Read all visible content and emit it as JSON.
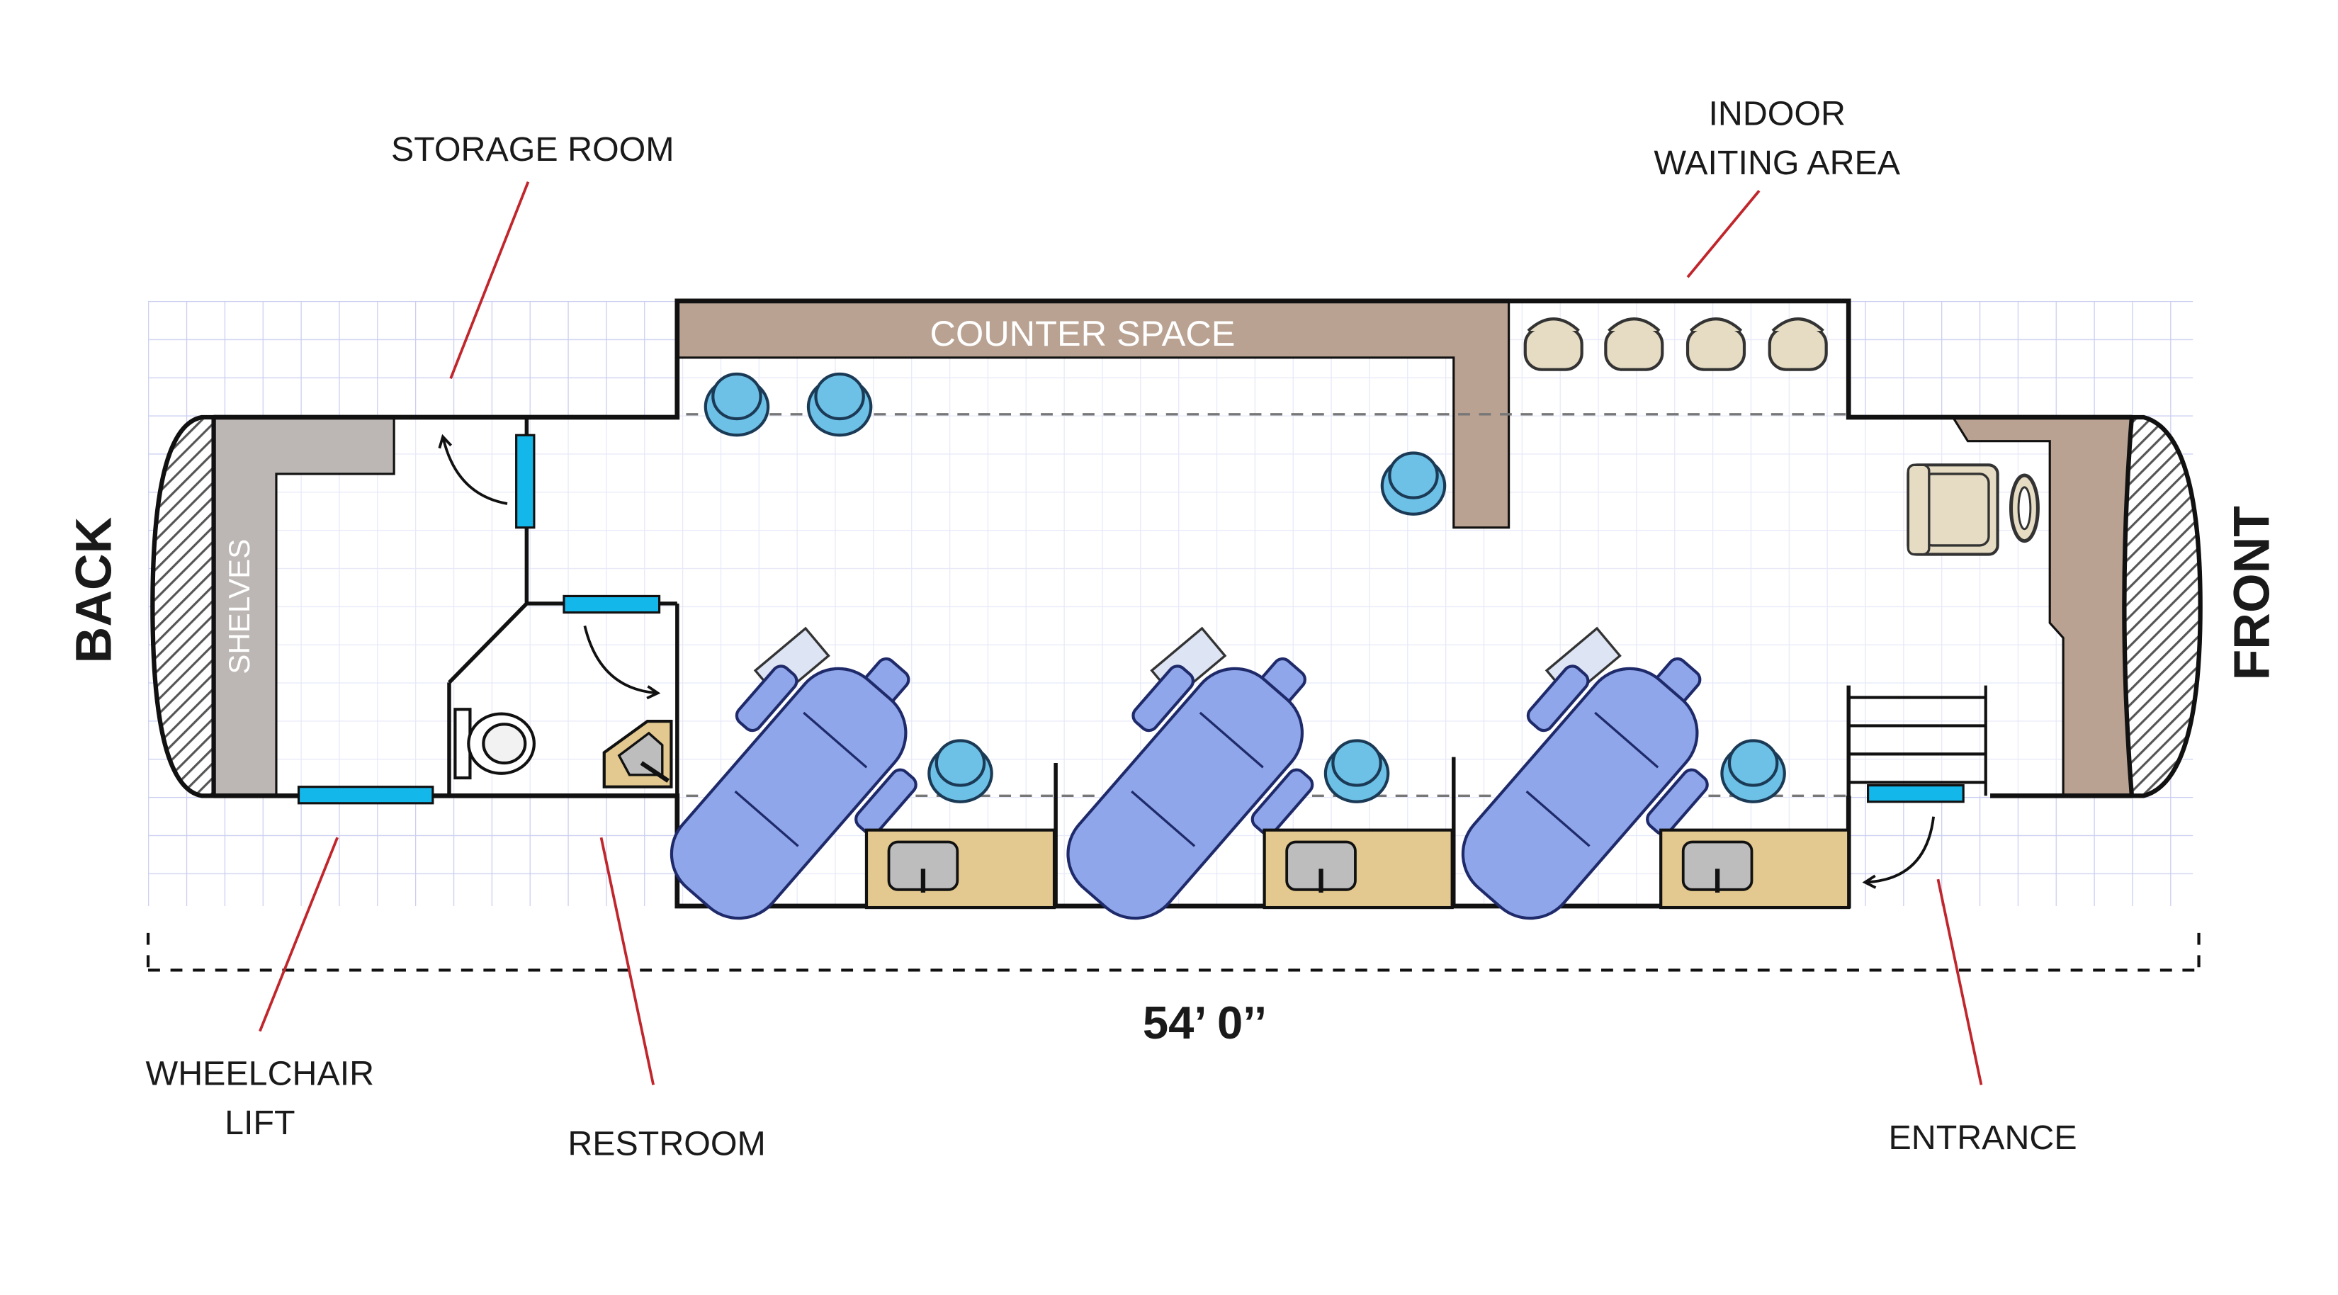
{
  "labels": {
    "storage_room": "STORAGE ROOM",
    "indoor_line1": "INDOOR",
    "indoor_line2": "WAITING AREA",
    "counter_space": "COUNTER SPACE",
    "shelves": "SHELVES",
    "back": "BACK",
    "front": "FRONT",
    "wheelchair_line1": "WHEELCHAIR",
    "wheelchair_line2": "LIFT",
    "restroom": "RESTROOM",
    "entrance": "ENTRANCE",
    "length": "54’ 0’’"
  },
  "colors": {
    "grid_line": "#c9cdf0",
    "wall": "#111111",
    "counter": "#b9a292",
    "shelves": "#bcb7b4",
    "dental_chair": "#8fa7ea",
    "stool": "#6ec1e6",
    "door": "#13b7ea",
    "cabinet": "#e3c98f",
    "waiting_chair": "#e6dcc3",
    "leader_line": "#c0262c"
  },
  "icons": {
    "dental_chair": "dental-chair-icon",
    "stool": "stool-icon",
    "sink": "sink-icon",
    "toilet": "toilet-icon",
    "waiting_chair": "waiting-chair-icon",
    "driver_seat": "driver-seat-icon",
    "steering_wheel": "steering-wheel-icon",
    "stairs": "stairs-icon",
    "door_swing": "door-swing-arrow-icon"
  }
}
